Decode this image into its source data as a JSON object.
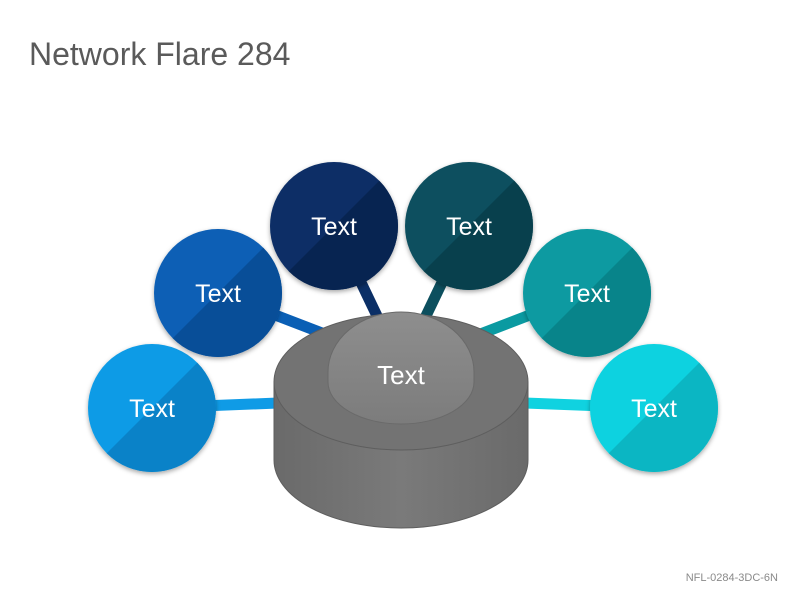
{
  "title": "Network Flare 284",
  "code": "NFL-0284-3DC-6N",
  "hub": {
    "label": "Text"
  },
  "nodes": [
    {
      "label": "Text",
      "color": "#0f9be6",
      "dark": "#0a82c8"
    },
    {
      "label": "Text",
      "color": "#0a5fb5",
      "dark": "#084e98"
    },
    {
      "label": "Text",
      "color": "#0b2f66",
      "dark": "#072451"
    },
    {
      "label": "Text",
      "color": "#0c4f5e",
      "dark": "#08404d"
    },
    {
      "label": "Text",
      "color": "#0a9aa1",
      "dark": "#08848a"
    },
    {
      "label": "Text",
      "color": "#10d2e0",
      "dark": "#0bb6c3"
    }
  ]
}
